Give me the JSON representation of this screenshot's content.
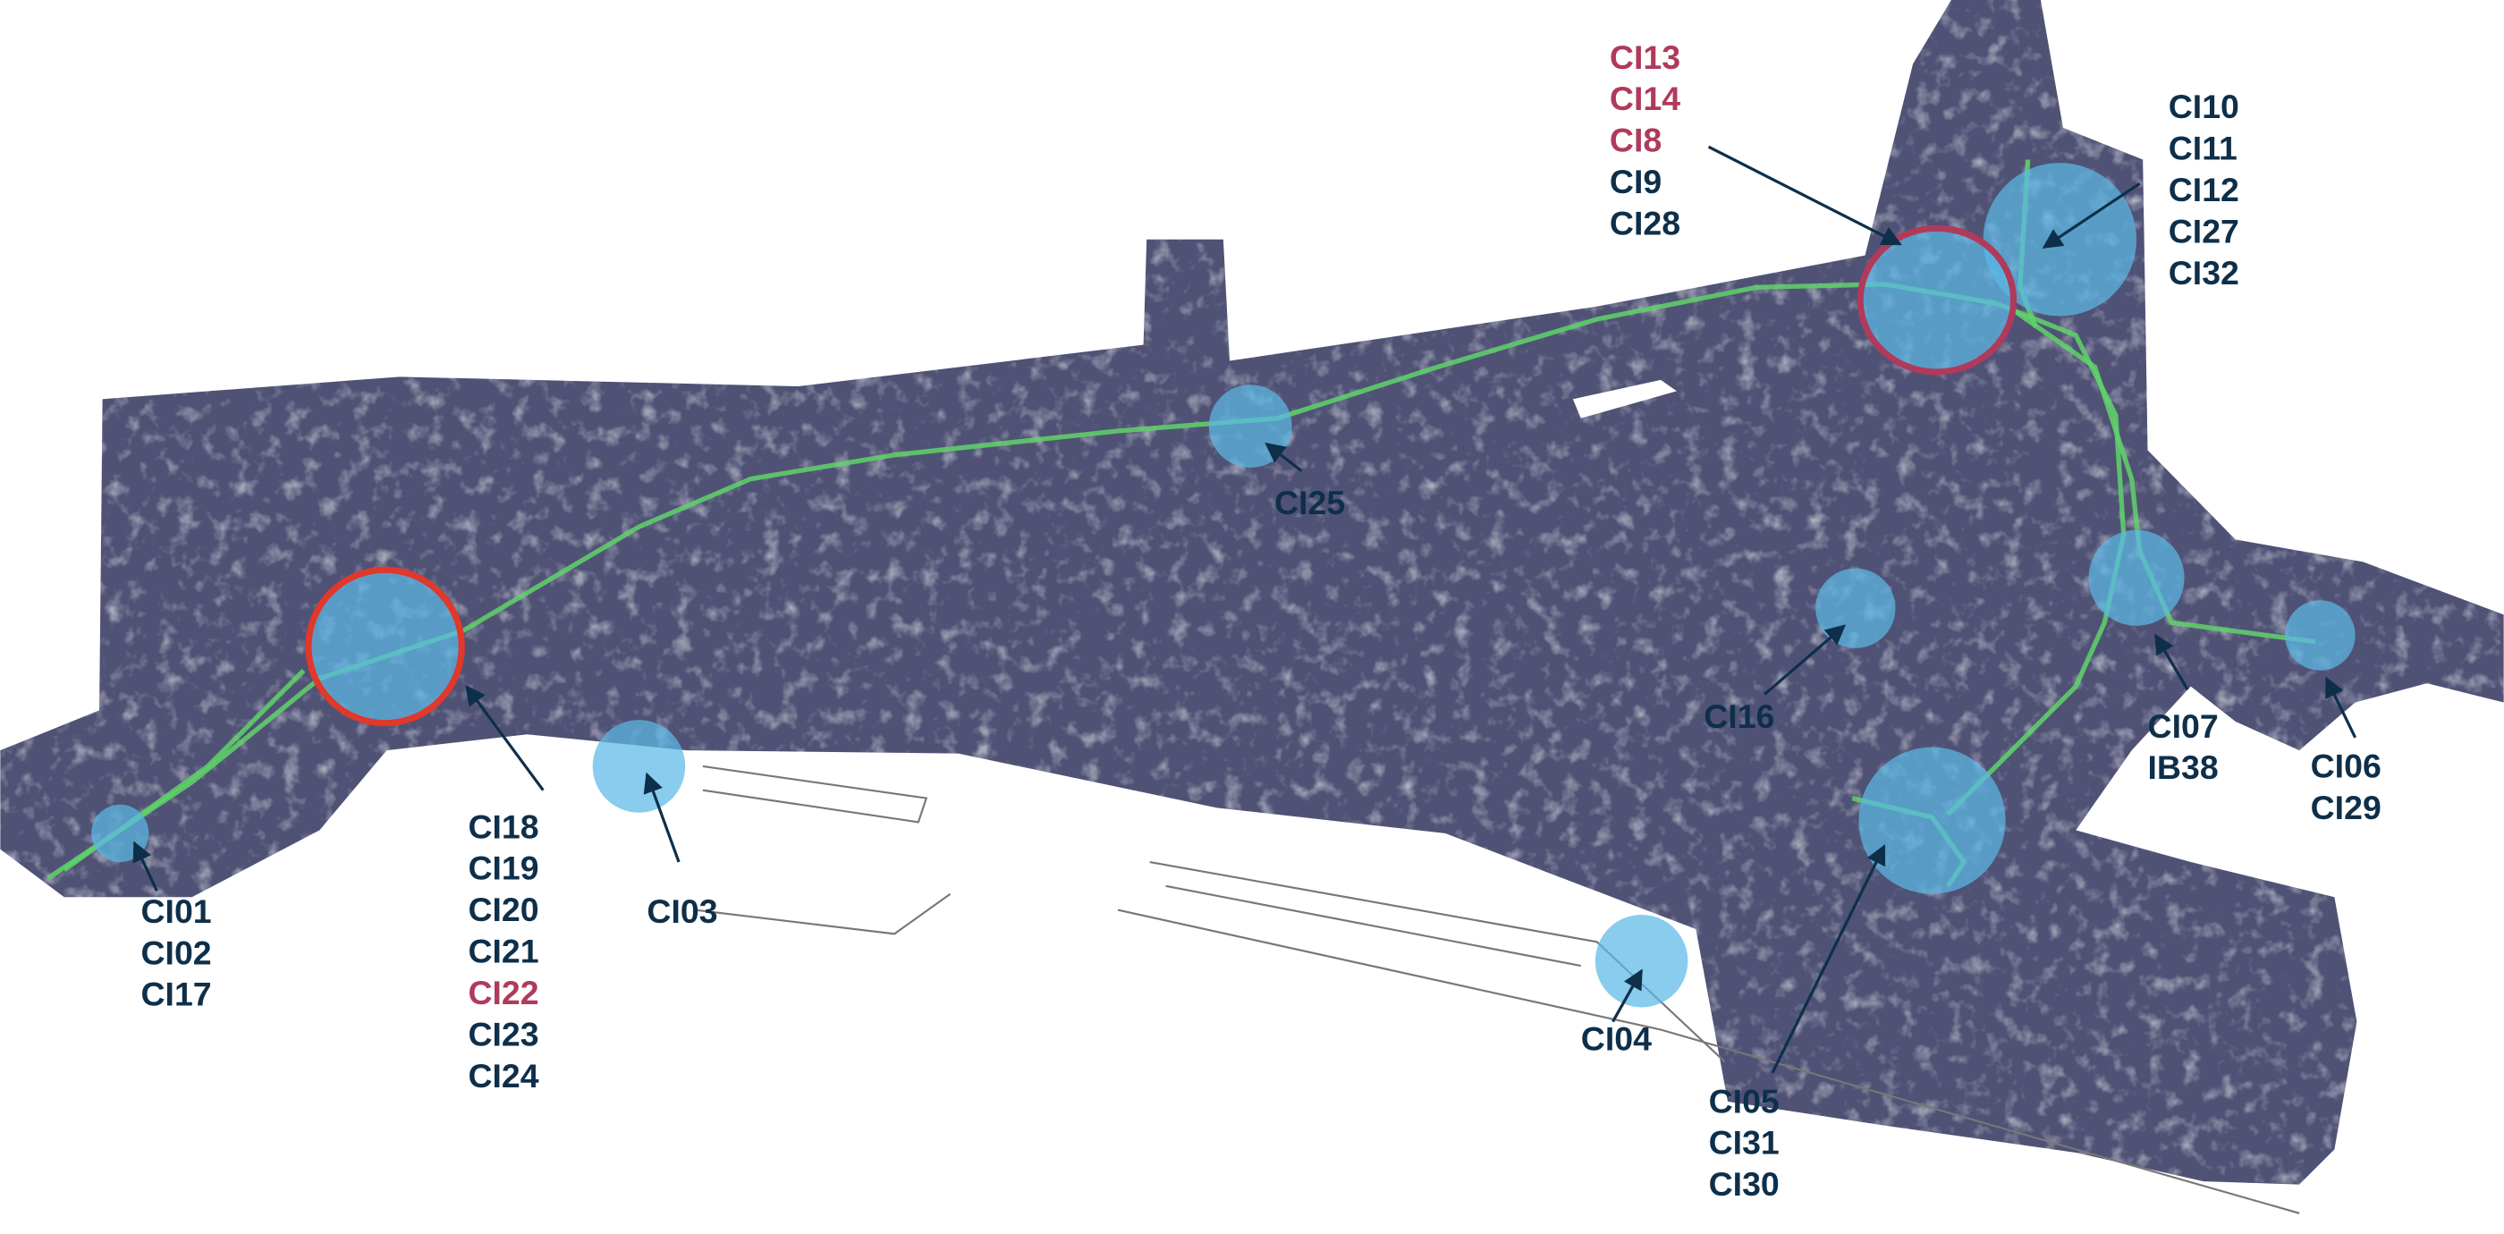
{
  "colors": {
    "label_default": "#0e2f4a",
    "label_highlight": "#b03a5b",
    "zone_fill": "#5bb8e6",
    "route": "#5fd36a",
    "terrain": "#4f5275",
    "ring_red": "#e0382b",
    "ring_crimson": "#b03a5b"
  },
  "groups": [
    {
      "id": "g-ci01",
      "labels": [
        {
          "text": "CI01",
          "hl": false
        },
        {
          "text": "CI02",
          "hl": false
        },
        {
          "text": "CI17",
          "hl": false
        }
      ]
    },
    {
      "id": "g-ci18",
      "labels": [
        {
          "text": "CI18",
          "hl": false
        },
        {
          "text": "CI19",
          "hl": false
        },
        {
          "text": "CI20",
          "hl": false
        },
        {
          "text": "CI21",
          "hl": false
        },
        {
          "text": "CI22",
          "hl": true
        },
        {
          "text": "CI23",
          "hl": false
        },
        {
          "text": "CI24",
          "hl": false
        }
      ]
    },
    {
      "id": "g-ci03",
      "labels": [
        {
          "text": "CI03",
          "hl": false
        }
      ]
    },
    {
      "id": "g-ci25",
      "labels": [
        {
          "text": "CI25",
          "hl": false
        }
      ]
    },
    {
      "id": "g-ci13",
      "labels": [
        {
          "text": "CI13",
          "hl": true
        },
        {
          "text": "CI14",
          "hl": true
        },
        {
          "text": "CI8",
          "hl": true
        },
        {
          "text": "CI9",
          "hl": false
        },
        {
          "text": "CI28",
          "hl": false
        }
      ]
    },
    {
      "id": "g-ci10",
      "labels": [
        {
          "text": "CI10",
          "hl": false
        },
        {
          "text": "CI11",
          "hl": false
        },
        {
          "text": "CI12",
          "hl": false
        },
        {
          "text": "CI27",
          "hl": false
        },
        {
          "text": "CI32",
          "hl": false
        }
      ]
    },
    {
      "id": "g-ci16",
      "labels": [
        {
          "text": "CI16",
          "hl": false
        }
      ]
    },
    {
      "id": "g-ci07",
      "labels": [
        {
          "text": "CI07",
          "hl": false
        },
        {
          "text": "IB38",
          "hl": false
        }
      ]
    },
    {
      "id": "g-ci06",
      "labels": [
        {
          "text": "CI06",
          "hl": false
        },
        {
          "text": "CI29",
          "hl": false
        }
      ]
    },
    {
      "id": "g-ci05",
      "labels": [
        {
          "text": "CI05",
          "hl": false
        },
        {
          "text": "CI31",
          "hl": false
        },
        {
          "text": "CI30",
          "hl": false
        }
      ]
    },
    {
      "id": "g-ci04",
      "labels": [
        {
          "text": "CI04",
          "hl": false
        }
      ]
    }
  ]
}
